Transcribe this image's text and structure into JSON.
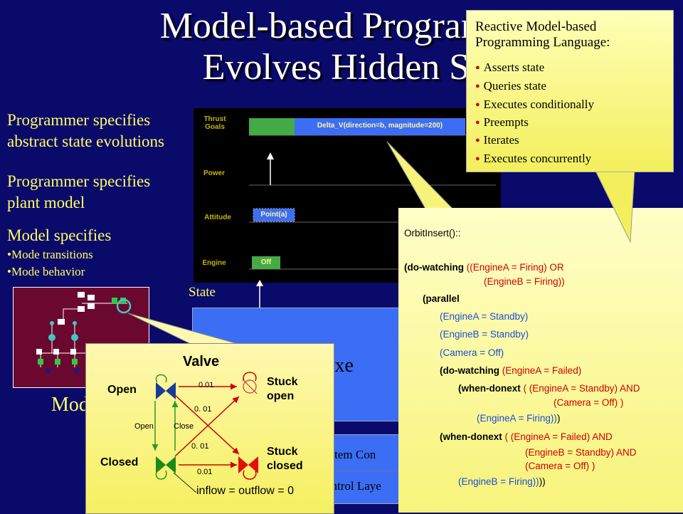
{
  "title": {
    "line1": "Model-based Programming",
    "line2": "Evolves Hidden State"
  },
  "left_text": {
    "spec_state": [
      "Programmer specifies",
      "abstract state evolutions"
    ],
    "spec_plant": [
      "Programmer specifies",
      "plant model"
    ],
    "model_specifies": "Model specifies",
    "bullets": [
      "•Mode transitions",
      "•Mode behavior"
    ]
  },
  "chart": {
    "rows": [
      "Thrust Goals",
      "Power",
      "Attitude",
      "Engine"
    ],
    "thrust_bar": "Delta_V(direction=b, magnitude=200)",
    "attitude_bar": "Point(a)",
    "engine_bar": "Off"
  },
  "state_label": "State",
  "exec_text": "ed Exe",
  "ctrl": {
    "line1": "ystem Con",
    "line2": "ontrol Laye"
  },
  "model_label": "Mod",
  "valve": {
    "title": "Valve",
    "open": "Open",
    "closed": "Closed",
    "stuck_open": [
      "Stuck",
      "open"
    ],
    "stuck_closed": [
      "Stuck",
      "closed"
    ],
    "open_cmd": "Open",
    "close_cmd": "Close",
    "p1": "0.01",
    "p2": "0. 01",
    "p3": "0. 01",
    "p4": "0.01",
    "inflow": "inflow = outflow = 0"
  },
  "code": {
    "l1": "OrbitInsert()::",
    "l2a": "(do-watching",
    "l2b": " ((EngineA = Firing) OR",
    "l3": "(EngineB = Firing))",
    "l4": "(parallel",
    "l5": "(EngineA = Standby)",
    "l6": "(EngineB = Standby)",
    "l7": "(Camera = Off)",
    "l8a": "(do-watching",
    "l8b": " (EngineA = Failed)",
    "l9a": "(when-donext",
    "l9b": " ( (EngineA = Standby) AND",
    "l10": "(Camera = Off) )",
    "l11a": "(EngineA = Firing))",
    "l11b": ")",
    "l12a": "(when-donext",
    "l12b": " ( (EngineA = Failed) AND",
    "l13": "(EngineB = Standby) AND",
    "l14": "(Camera = Off) )",
    "l15a": "(EngineB = Firing))",
    "l15b": "))"
  },
  "lang": {
    "title": [
      "Reactive Model-based",
      "Programming Language:"
    ],
    "items": [
      "Asserts state",
      "Queries state",
      "Executes conditionally",
      "Preempts",
      "Iterates",
      "Executes concurrently"
    ]
  },
  "colors": {
    "background": "#0a0a6a",
    "highlight": "#ffff66",
    "exec_blue": "#3b6ef5",
    "callout": "#f5f060"
  }
}
